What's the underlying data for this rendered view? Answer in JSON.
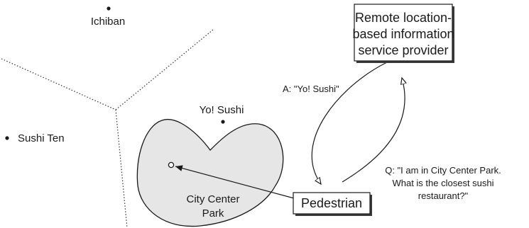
{
  "places": {
    "ichiban": "Ichiban",
    "yo_sushi": "Yo! Sushi",
    "sushi_ten": "Sushi Ten"
  },
  "park": {
    "line1": "City Center",
    "line2": "Park"
  },
  "provider": {
    "line1": "Remote location-",
    "line2": "based information",
    "line3": "service provider"
  },
  "pedestrian": "Pedestrian",
  "answer": "A: \"Yo! Sushi\"",
  "question": {
    "line1": "Q: \"I am in City Center Park.",
    "line2": "What is the closest sushi",
    "line3": "restaurant?\""
  }
}
